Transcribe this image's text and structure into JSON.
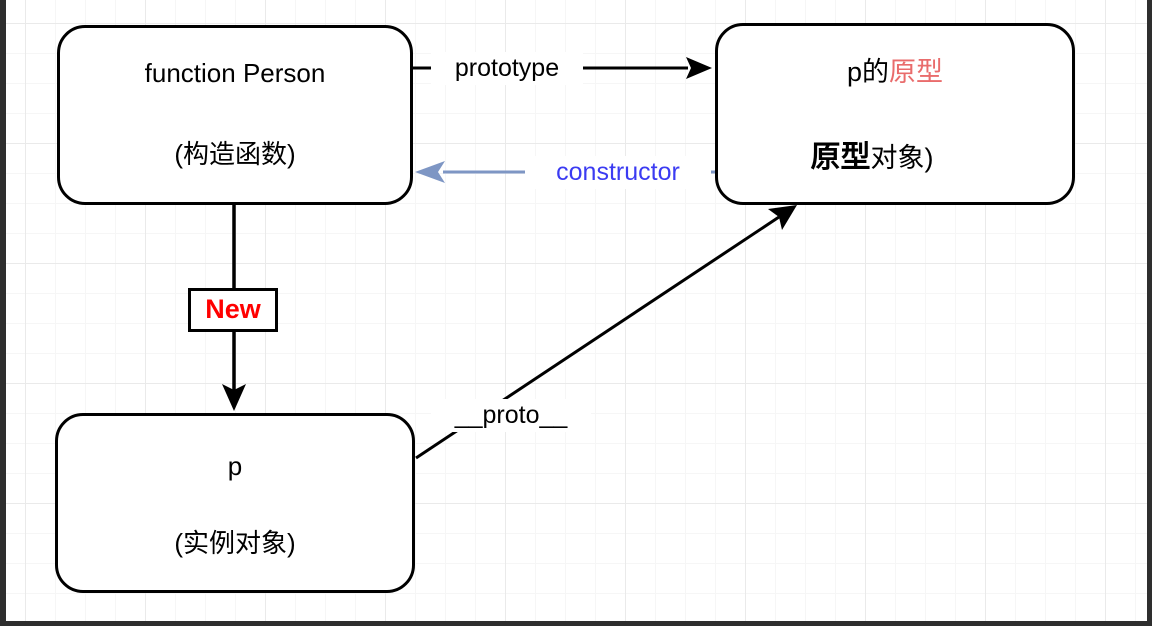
{
  "nodes": {
    "constructor_fn": {
      "title": "function Person",
      "subtitle": "(构造函数)"
    },
    "prototype_obj": {
      "title_prefix": "p的",
      "title_highlight": "原型",
      "subtitle_bold": "原型",
      "subtitle_rest": "对象)"
    },
    "instance": {
      "title": "p",
      "subtitle": "(实例对象)"
    }
  },
  "edges": {
    "prototype": {
      "label": "prototype"
    },
    "constructor": {
      "label": "constructor"
    },
    "new": {
      "label": "New"
    },
    "proto": {
      "label": "__proto__"
    }
  },
  "colors": {
    "arrow_black": "#000000",
    "constructor_line_blue": "#7e96c4",
    "constructor_text_blue": "#3b3bf2",
    "highlight_red": "#e96c6c",
    "new_label_red": "#ff0000",
    "frame_dark": "#2e2e2e"
  }
}
